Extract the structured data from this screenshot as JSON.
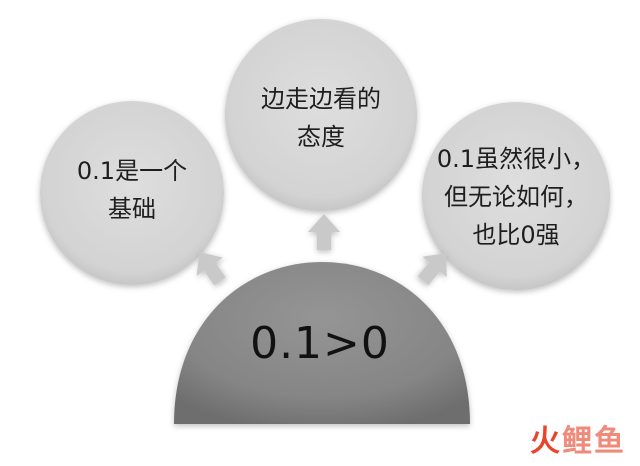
{
  "circles": {
    "left": {
      "lines": [
        "0.1是一个",
        "基础"
      ]
    },
    "top": {
      "lines": [
        "边走边看的",
        "态度"
      ]
    },
    "right": {
      "lines": [
        "0.1虽然很小，",
        "但无论如何，",
        "也比0强"
      ]
    }
  },
  "dome": {
    "label": "0.1>0"
  },
  "watermark": {
    "part1": "火",
    "part2": "鲤鱼"
  },
  "colors": {
    "circle_fill": "#d6d6d6",
    "circle_edge": "#b8b8b8",
    "dome_fill": "#858585",
    "arrow_fill": "#c9c9c9",
    "accent": "#e8452c"
  }
}
